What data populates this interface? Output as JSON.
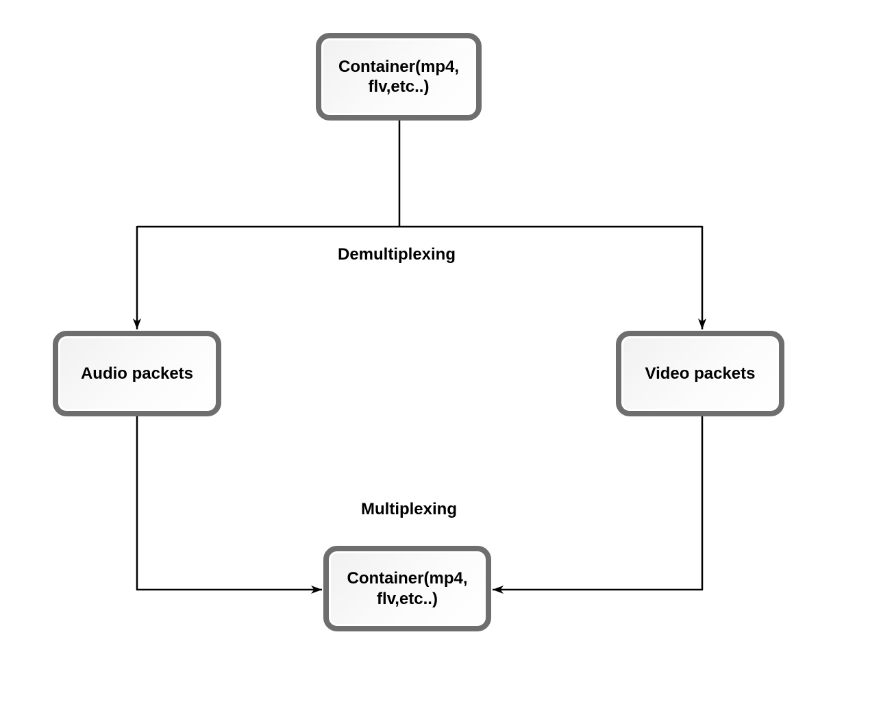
{
  "diagram": {
    "background_color": "#ffffff",
    "connector_color": "#000000",
    "box_border_color": "#6e6e6e",
    "box_fill_color": "#f5f5f5",
    "nodes": {
      "top_container": {
        "lines": [
          "Container(mp4,",
          "flv,etc..)"
        ]
      },
      "audio_packets": {
        "lines": [
          "Audio packets"
        ]
      },
      "video_packets": {
        "lines": [
          "Video packets"
        ]
      },
      "bottom_container": {
        "lines": [
          "Container(mp4,",
          "flv,etc..)"
        ]
      }
    },
    "edge_labels": {
      "demultiplexing": "Demultiplexing",
      "multiplexing": "Multiplexing"
    }
  }
}
